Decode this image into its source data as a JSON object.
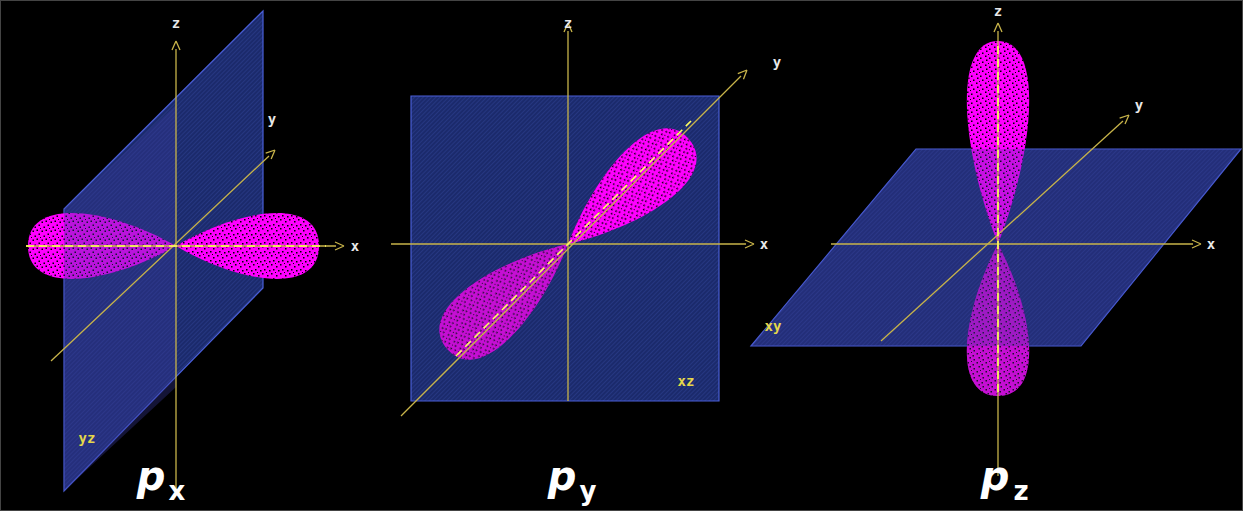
{
  "diagram": {
    "labels": [
      "z",
      "y",
      "x",
      "yz",
      "p",
      "x",
      "z",
      "y",
      "x",
      "xz",
      "p",
      "y",
      "z",
      "y",
      "x",
      "xy",
      "p",
      "z"
    ]
  }
}
